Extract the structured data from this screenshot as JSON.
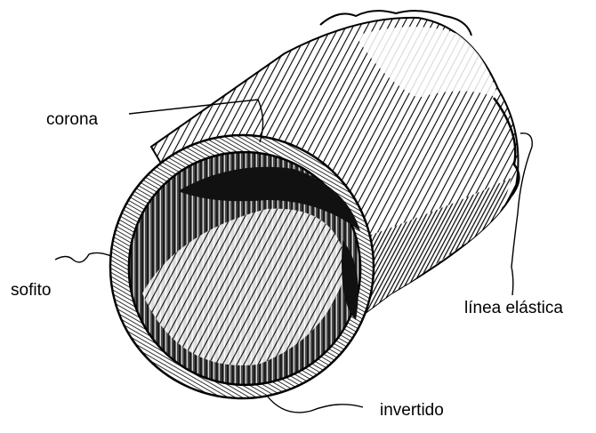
{
  "labels": {
    "corona": "corona",
    "sofito": "sofito",
    "linea_elastica": "línea elástica",
    "invertido": "invertido"
  },
  "colors": {
    "ink": "#000000",
    "paper": "#ffffff",
    "shade": "#1a1a1a"
  }
}
